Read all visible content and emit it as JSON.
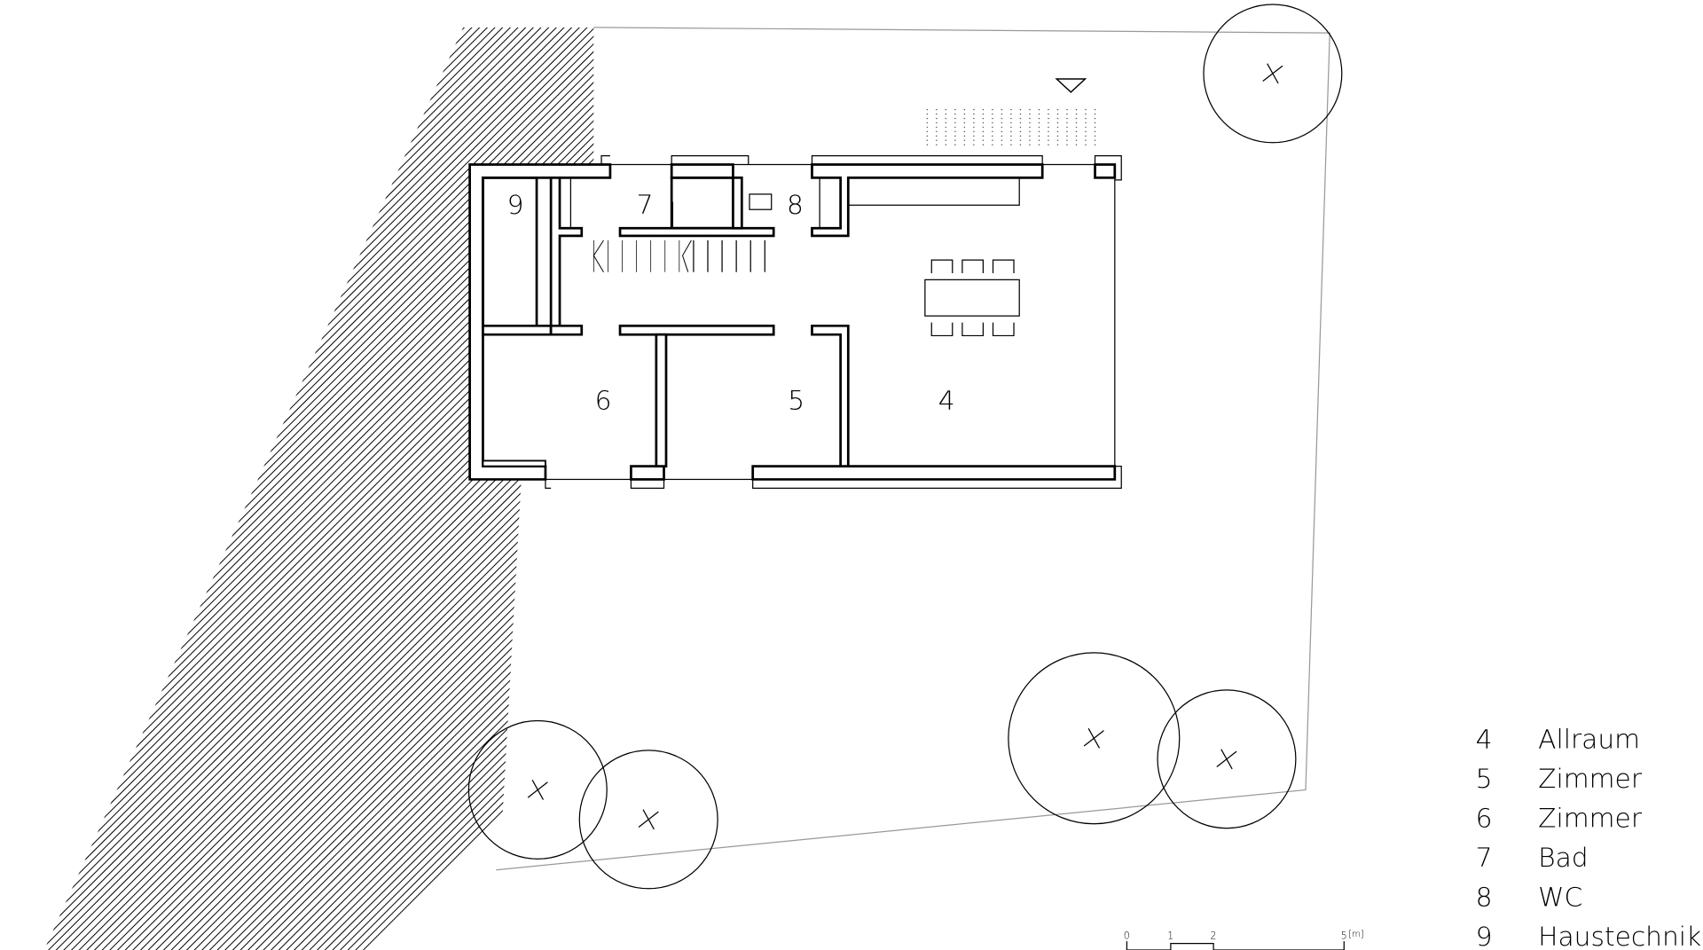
{
  "colors": {
    "lines": "#000000",
    "site_boundary": "#999999",
    "background": "#ffffff"
  },
  "rooms": [
    {
      "number": "4"
    },
    {
      "number": "5"
    },
    {
      "number": "6"
    },
    {
      "number": "7"
    },
    {
      "number": "8"
    },
    {
      "number": "9"
    }
  ],
  "legend": [
    {
      "number": "4",
      "name": "Allraum"
    },
    {
      "number": "5",
      "name": "Zimmer"
    },
    {
      "number": "6",
      "name": "Zimmer"
    },
    {
      "number": "7",
      "name": "Bad"
    },
    {
      "number": "8",
      "name": "WC"
    },
    {
      "number": "9",
      "name": "Haustechnik"
    }
  ],
  "scale_bar": {
    "labels": [
      "0",
      "1",
      "2",
      "5"
    ],
    "unit": "[m]"
  }
}
